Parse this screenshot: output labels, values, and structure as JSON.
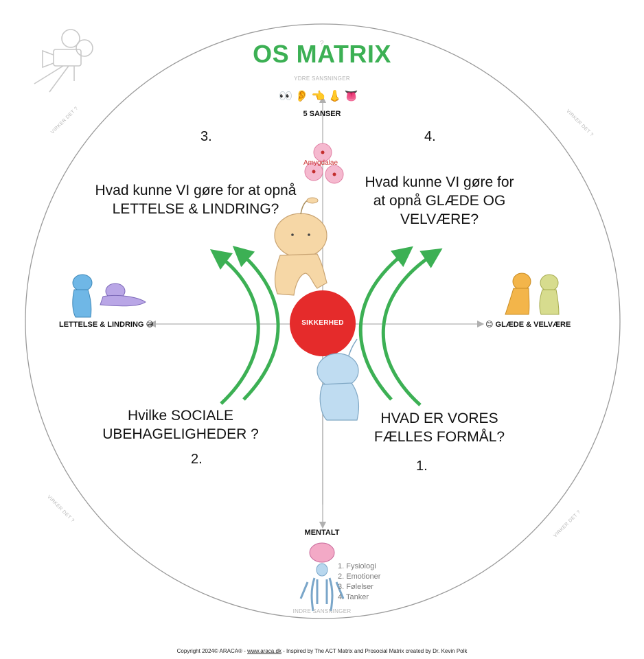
{
  "title": "OS MATRIX",
  "top_label": "YDRE SANSNINGER",
  "senses_icons": [
    "eyes-icon",
    "ear-icon",
    "hand-icon",
    "nose-icon",
    "tongue-icon"
  ],
  "senses_label": "5 SANSER",
  "bottom_label": "MENTALT",
  "bottom_sublabel": "INDRE SANSNINGER",
  "left_axis_label": "LETTELSE & LINDRING 😅",
  "right_axis_label": "😊 GLÆDE & VELVÆRE",
  "center_label": "SIKKERHED",
  "amygdala_label": "Amygdalae",
  "quadrants": {
    "q3": {
      "number": "3.",
      "lines": [
        "Hvad kunne VI gøre for at opnå",
        "LETTELSE & LINDRING?"
      ]
    },
    "q4": {
      "number": "4.",
      "lines": [
        "Hvad kunne VI gøre for",
        "at opnå GLÆDE OG",
        "VELVÆRE?"
      ]
    },
    "q2": {
      "number": "2.",
      "lines": [
        "Hvilke SOCIALE",
        "UBEHAGELIGHEDER ?"
      ]
    },
    "q1": {
      "number": "1.",
      "lines": [
        "HVAD ER VORES",
        "FÆLLES FORMÅL?"
      ]
    }
  },
  "virker": "VIRKER DET ?",
  "mental_list": [
    "1.   Fysiologi",
    "2.   Emotioner",
    "3.   Følelser",
    "4.   Tanker"
  ],
  "footer": {
    "prefix": "Copyright 2024© ARACA® - ",
    "link": "www.araca.dk",
    "suffix": " - Inspired by The ACT Matrix and Prosocial Matrix created by Dr. Kevin Polk"
  },
  "colors": {
    "title_green": "#3cb054",
    "arrow_green": "#3cb054",
    "center_red": "#e52b2b",
    "circle": "#9a9a9a",
    "axis": "#b0b0b0"
  }
}
